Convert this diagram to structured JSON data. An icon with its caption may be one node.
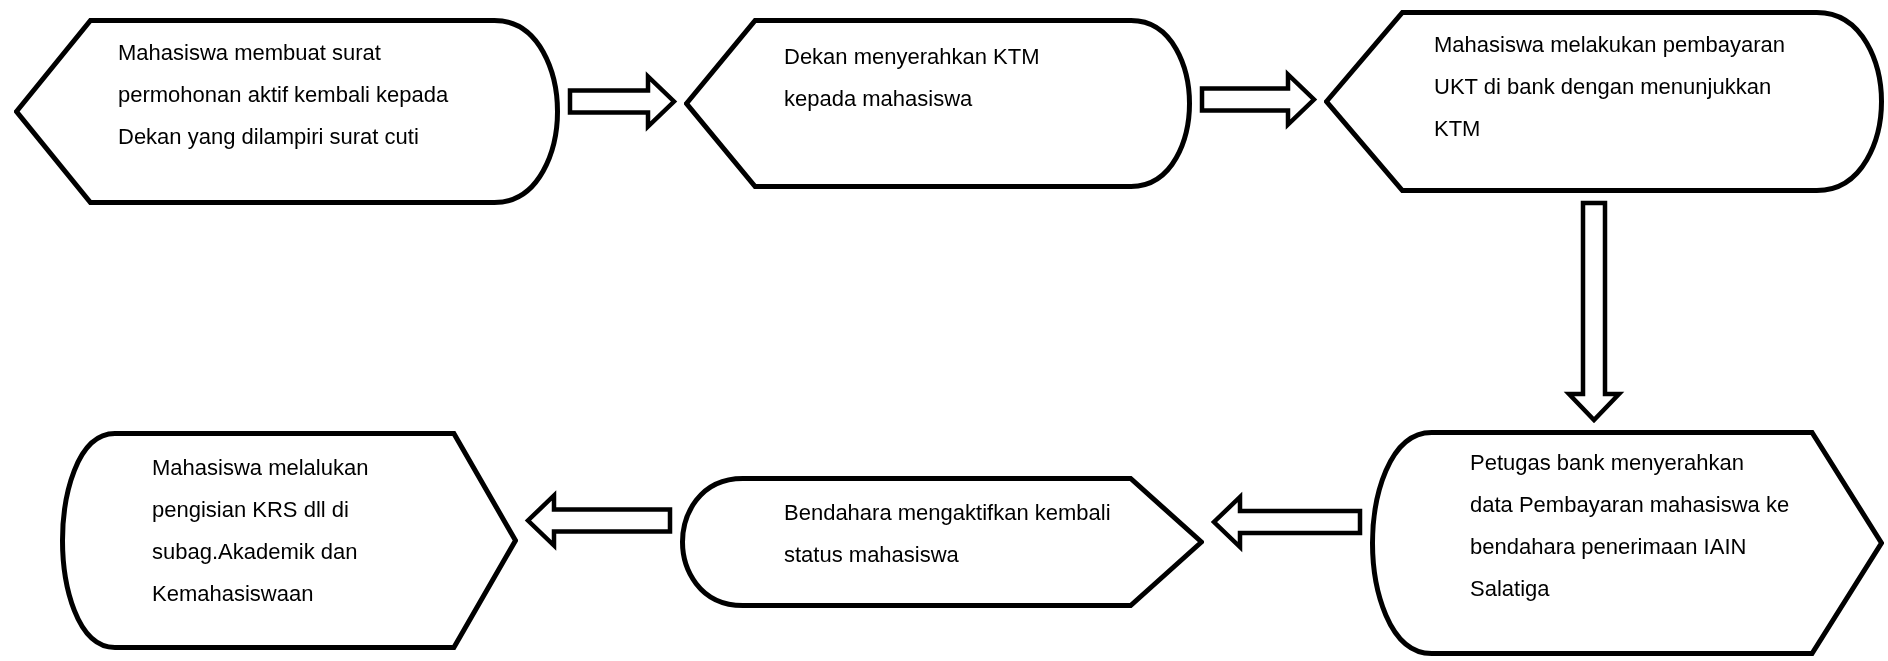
{
  "diagram": {
    "nodes": [
      {
        "text": [
          "Mahasiswa membuat surat permohonan aktif kembali kepada Dekan yang dilampiri surat cuti"
        ]
      },
      {
        "text": [
          "Dekan menyerahkan KTM kepada mahasiswa"
        ]
      },
      {
        "text": [
          "Mahasiswa melakukan pembayaran UKT di bank dengan menunjukkan KTM"
        ]
      },
      {
        "text": [
          "Petugas bank menyerahkan data Pembayaran mahasiswa ke bendahara penerimaan IAIN Salatiga"
        ]
      },
      {
        "text": [
          "Bendahara mengaktifkan kembali status mahasiswa"
        ]
      },
      {
        "text": [
          "Mahasiswa melalukan pengisian KRS dll di subag.Akademik dan Kemahasiswaan"
        ]
      }
    ],
    "edges": [
      {
        "from": 0,
        "to": 1,
        "arrow": "to"
      },
      {
        "from": 1,
        "to": 2,
        "arrow": "to"
      },
      {
        "from": 2,
        "to": 3,
        "arrow": "to"
      },
      {
        "from": 3,
        "to": 4,
        "arrow": "to"
      },
      {
        "from": 4,
        "to": 5,
        "arrow": "to"
      }
    ]
  }
}
